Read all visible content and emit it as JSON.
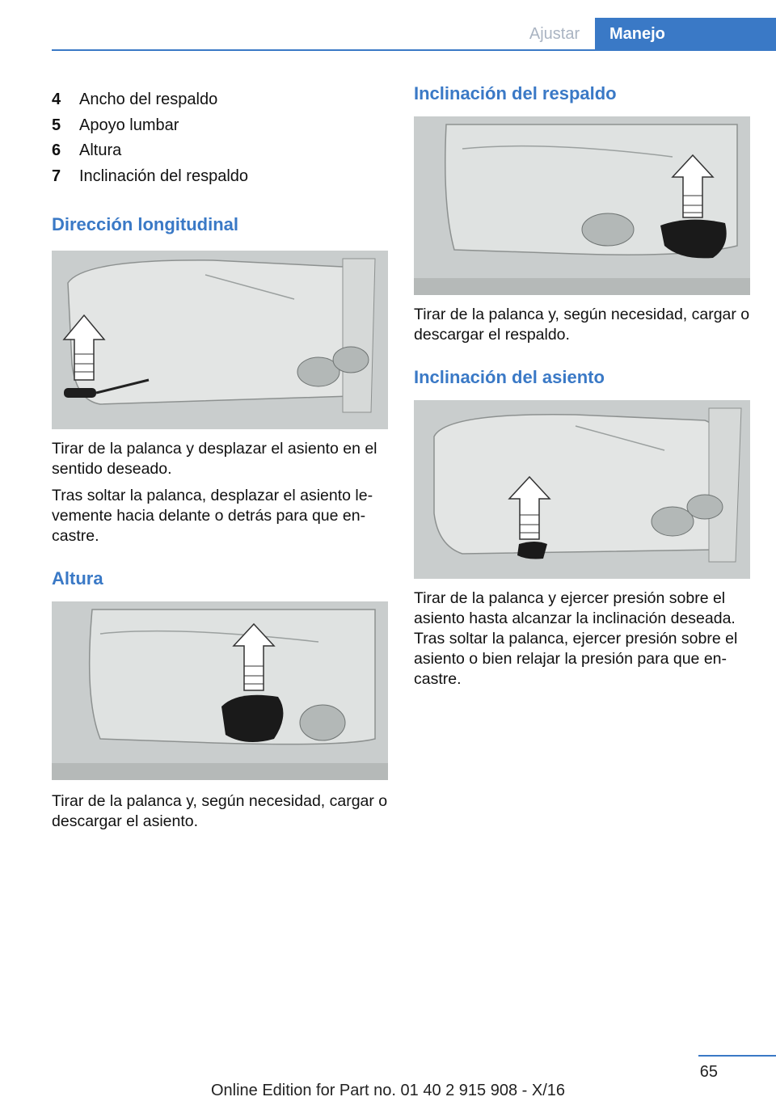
{
  "header": {
    "tab_inactive": "Ajustar",
    "tab_active": "Manejo"
  },
  "list": [
    {
      "num": "4",
      "label": "Ancho del respaldo"
    },
    {
      "num": "5",
      "label": "Apoyo lumbar"
    },
    {
      "num": "6",
      "label": "Altura"
    },
    {
      "num": "7",
      "label": "Inclinación del respaldo"
    }
  ],
  "sections": {
    "longitudinal": {
      "title": "Dirección longitudinal",
      "p1": "Tirar de la palanca y desplazar el asiento en el sentido deseado.",
      "p2": "Tras soltar la palanca, desplazar el asiento le‐vemente hacia delante o detrás para que en‐castre."
    },
    "altura": {
      "title": "Altura",
      "p1": "Tirar de la palanca y, según necesidad, cargar o descargar el asiento."
    },
    "respaldo": {
      "title": "Inclinación del respaldo",
      "p1": "Tirar de la palanca y, según necesidad, cargar o descargar el respaldo."
    },
    "asiento": {
      "title": "Inclinación del asiento",
      "p1": "Tirar de la palanca y ejercer presión sobre el asiento hasta alcanzar la inclinación deseada. Tras soltar la palanca, ejercer presión sobre el asiento o bien relajar la presión para que en‐castre."
    }
  },
  "footer": {
    "page": "65",
    "edition": "Online Edition for Part no. 01 40 2 915 908 - X/16"
  }
}
